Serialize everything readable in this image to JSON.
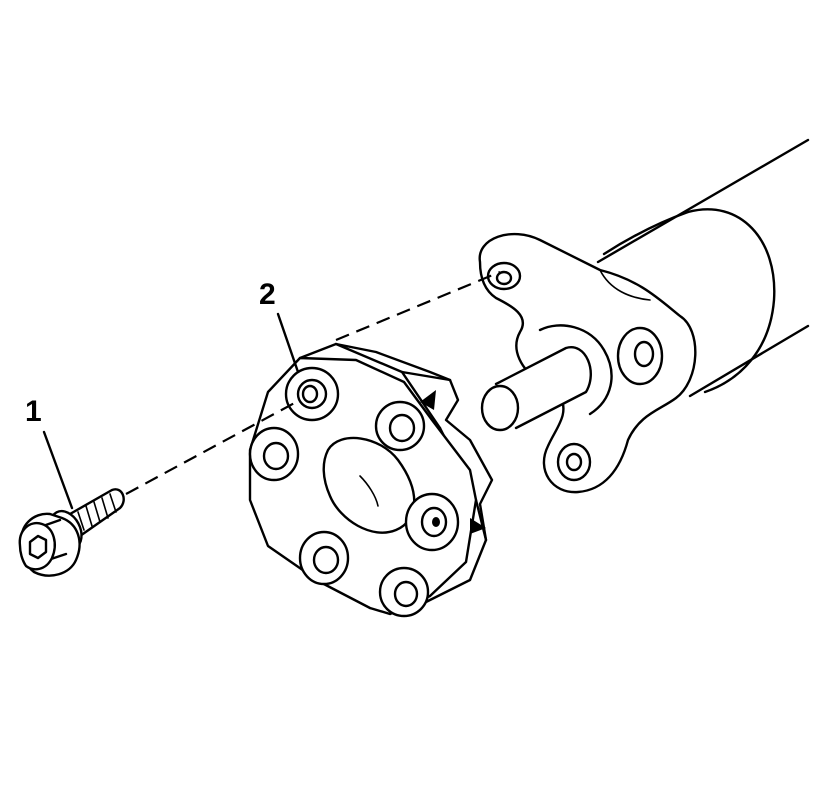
{
  "diagram": {
    "callouts": [
      {
        "id": "1",
        "text": "1"
      },
      {
        "id": "2",
        "text": "2"
      }
    ],
    "parts": [
      {
        "callout": "1",
        "icon": "flange-bolt-icon"
      },
      {
        "callout": "2",
        "icon": "flex-coupling-disc-icon"
      },
      {
        "icon": "propeller-shaft-yoke-icon"
      }
    ]
  }
}
